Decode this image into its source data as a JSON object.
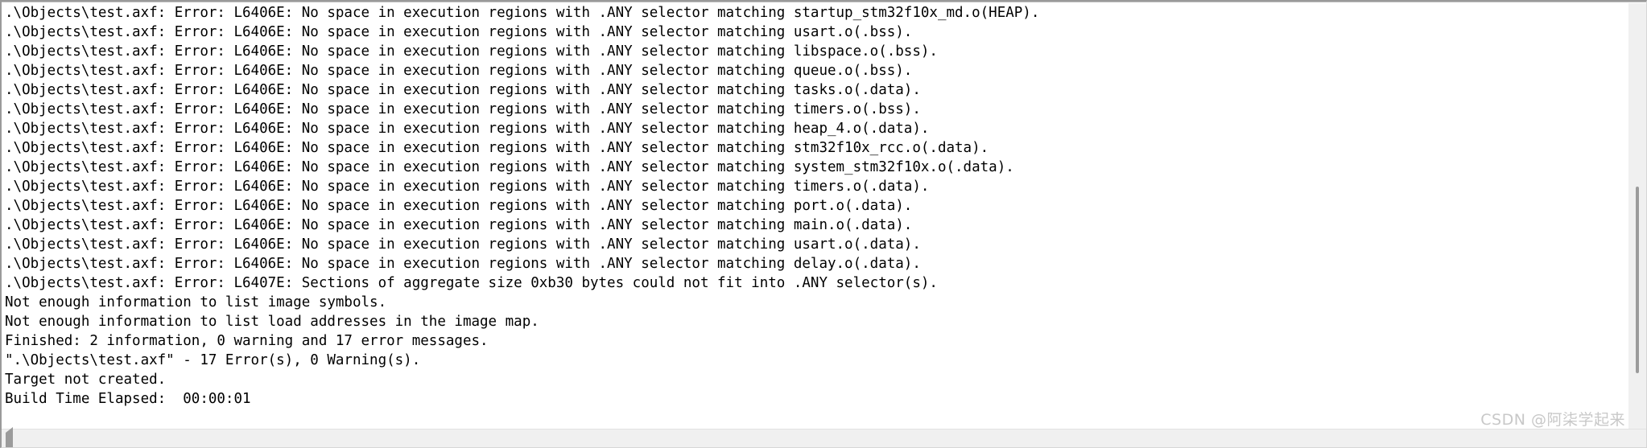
{
  "panel": {
    "name": "Build Output",
    "background_color": "#ffffff",
    "text_color": "#000000",
    "border_color": "#9a9a9a"
  },
  "log": {
    "lines": [
      ".\\Objects\\test.axf: Error: L6406E: No space in execution regions with .ANY selector matching startup_stm32f10x_md.o(HEAP).",
      ".\\Objects\\test.axf: Error: L6406E: No space in execution regions with .ANY selector matching usart.o(.bss).",
      ".\\Objects\\test.axf: Error: L6406E: No space in execution regions with .ANY selector matching libspace.o(.bss).",
      ".\\Objects\\test.axf: Error: L6406E: No space in execution regions with .ANY selector matching queue.o(.bss).",
      ".\\Objects\\test.axf: Error: L6406E: No space in execution regions with .ANY selector matching tasks.o(.data).",
      ".\\Objects\\test.axf: Error: L6406E: No space in execution regions with .ANY selector matching timers.o(.bss).",
      ".\\Objects\\test.axf: Error: L6406E: No space in execution regions with .ANY selector matching heap_4.o(.data).",
      ".\\Objects\\test.axf: Error: L6406E: No space in execution regions with .ANY selector matching stm32f10x_rcc.o(.data).",
      ".\\Objects\\test.axf: Error: L6406E: No space in execution regions with .ANY selector matching system_stm32f10x.o(.data).",
      ".\\Objects\\test.axf: Error: L6406E: No space in execution regions with .ANY selector matching timers.o(.data).",
      ".\\Objects\\test.axf: Error: L6406E: No space in execution regions with .ANY selector matching port.o(.data).",
      ".\\Objects\\test.axf: Error: L6406E: No space in execution regions with .ANY selector matching main.o(.data).",
      ".\\Objects\\test.axf: Error: L6406E: No space in execution regions with .ANY selector matching usart.o(.data).",
      ".\\Objects\\test.axf: Error: L6406E: No space in execution regions with .ANY selector matching delay.o(.data).",
      ".\\Objects\\test.axf: Error: L6407E: Sections of aggregate size 0xb30 bytes could not fit into .ANY selector(s).",
      "Not enough information to list image symbols.",
      "Not enough information to list load addresses in the image map.",
      "Finished: 2 information, 0 warning and 17 error messages.",
      "\".\\Objects\\test.axf\" - 17 Error(s), 0 Warning(s).",
      "Target not created.",
      "Build Time Elapsed:  00:00:01"
    ]
  },
  "scrollbars": {
    "vertical": {
      "name": "vertical-scrollbar"
    },
    "horizontal": {
      "name": "horizontal-scrollbar",
      "left_arrow": "scroll-left-arrow"
    }
  },
  "watermark": {
    "text": "CSDN @阿柒学起来",
    "color": "#c8c8c8"
  }
}
